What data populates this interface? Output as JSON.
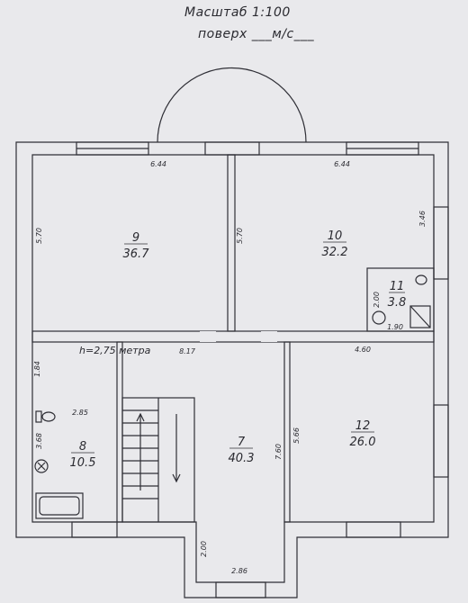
{
  "header": {
    "scale": "Масштаб 1:100",
    "floor": "поверх ___м/с___"
  },
  "rooms": [
    {
      "number": "9",
      "area": "36.7"
    },
    {
      "number": "10",
      "area": "32.2"
    },
    {
      "number": "11",
      "area": "3.8"
    },
    {
      "number": "12",
      "area": "26.0"
    },
    {
      "number": "7",
      "area": "40.3"
    },
    {
      "number": "8",
      "area": "10.5"
    }
  ],
  "dimensions": {
    "d644a": "6.44",
    "d644b": "6.44",
    "d570a": "5.70",
    "d570b": "5.70",
    "d346": "3.46",
    "d200v": "2.00",
    "d190": "1.90",
    "d817": "8.17",
    "d460": "4.60",
    "d184": "1.84",
    "d285": "2.85",
    "d368": "3.68",
    "d760": "7.60",
    "d566": "5.66",
    "d200": "2.00",
    "d286": "2.86"
  },
  "ceiling_note": "h=2,75 метра"
}
